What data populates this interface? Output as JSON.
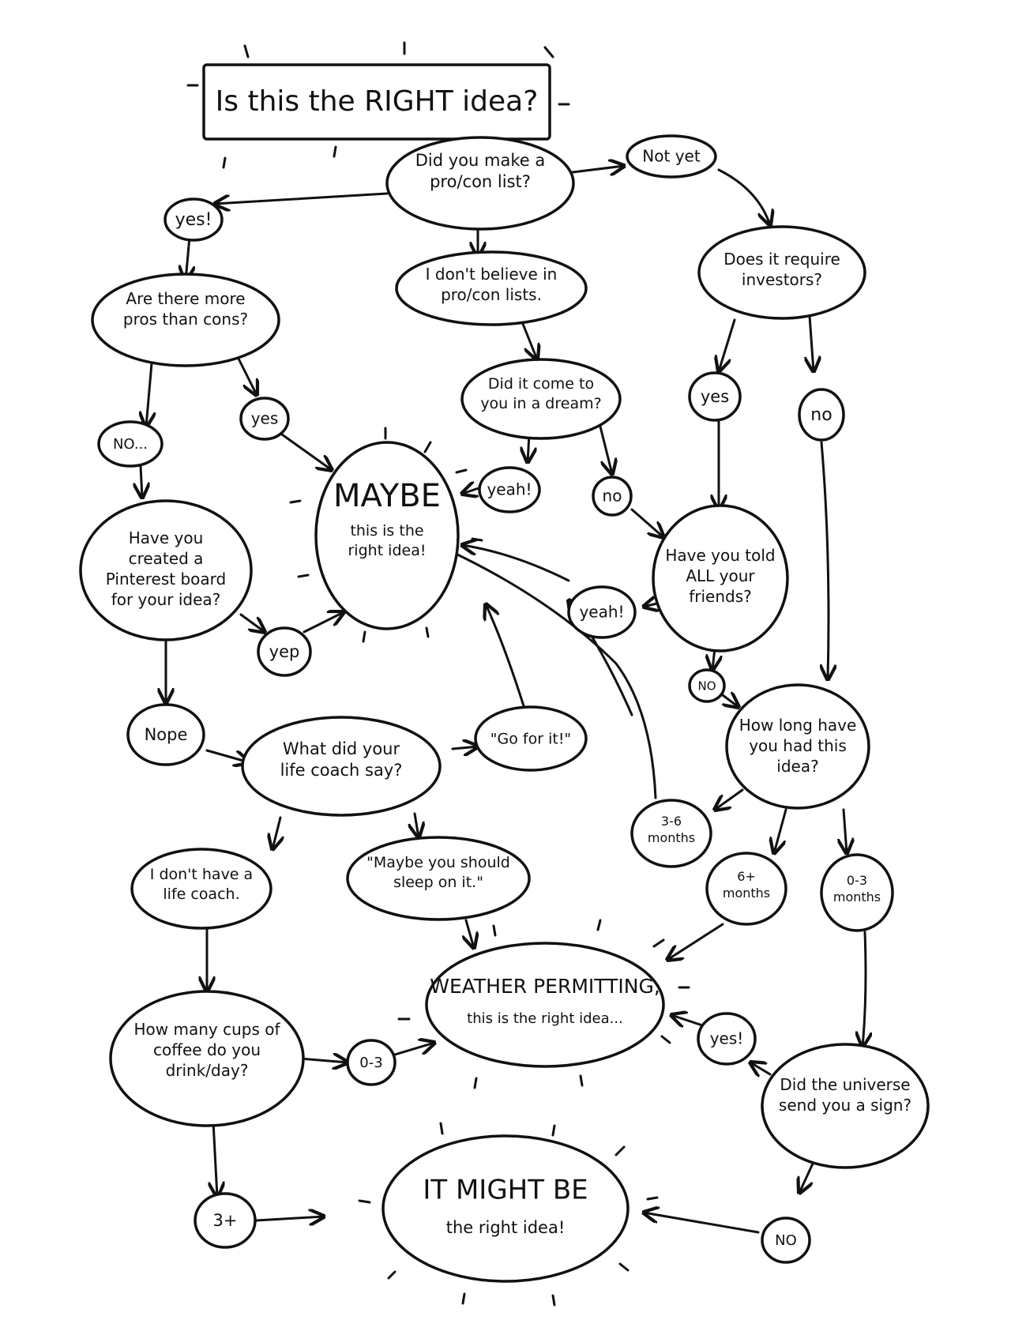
{
  "title": "Is this the RIGHT idea?",
  "nodes": {
    "q_pro_con": "Did you make a pro/con list?",
    "a_yes_top": "yes!",
    "a_not_yet": "Not yet",
    "q_more_pros": "Are there more pros than cons?",
    "a_dont_believe": "I don't believe in pro/con lists.",
    "q_investors": "Does it require investors?",
    "q_dream": "Did it come to you in a dream?",
    "a_no_dots": "NO...",
    "a_yes_pros": "yes",
    "result_maybe_title": "MAYBE",
    "result_maybe_sub": "this is the right idea!",
    "a_yeah_dream": "yeah!",
    "a_no_dream": "no",
    "a_yes_investors": "yes",
    "a_no_investors": "no",
    "q_pinterest": "Have you created a Pinterest board for your idea?",
    "q_friends": "Have you told ALL your friends?",
    "a_yeah_friends": "yeah!",
    "a_yep": "yep",
    "a_no_friends": "NO",
    "q_how_long": "How long have you had this idea?",
    "a_nope": "Nope",
    "q_life_coach": "What did your life coach say?",
    "a_go_for_it": "\"Go for it!\"",
    "a_3_6_months": "3-6 months",
    "a_no_coach": "I don't have a life coach.",
    "a_sleep_on_it": "\"Maybe you should sleep on it.\"",
    "a_6_months": "6+ months",
    "a_0_3_months": "0-3 months",
    "result_weather_title": "WEATHER PERMITTING,",
    "result_weather_sub": "this is the right idea...",
    "q_coffee": "How many cups of coffee do you drink/day?",
    "a_0_3": "0-3",
    "a_yes_universe": "yes!",
    "q_universe": "Did the universe send you a sign?",
    "a_3_plus": "3+",
    "result_might_title": "IT MIGHT BE",
    "result_might_sub": "the right idea!",
    "a_no_universe": "NO"
  }
}
